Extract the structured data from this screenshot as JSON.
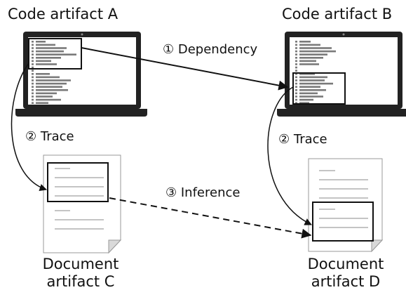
{
  "nodes": {
    "code_a": {
      "title": "Code artifact A"
    },
    "code_b": {
      "title": "Code artifact B"
    },
    "doc_c": {
      "line1": "Document",
      "line2": "artifact C"
    },
    "doc_d": {
      "line1": "Document",
      "line2": "artifact D"
    }
  },
  "edges": {
    "dependency": {
      "label": "① Dependency",
      "style": "solid"
    },
    "trace_a_c": {
      "label": "② Trace",
      "style": "solid"
    },
    "trace_b_d": {
      "label": "② Trace",
      "style": "solid"
    },
    "inference": {
      "label": "③ Inference",
      "style": "dashed"
    }
  },
  "colors": {
    "ink": "#111111",
    "screen": "#222222",
    "code_bar": "#7a7a7a",
    "paper": "#ffffff",
    "paper_edge": "#999999",
    "fold": "#d9d9d9"
  }
}
